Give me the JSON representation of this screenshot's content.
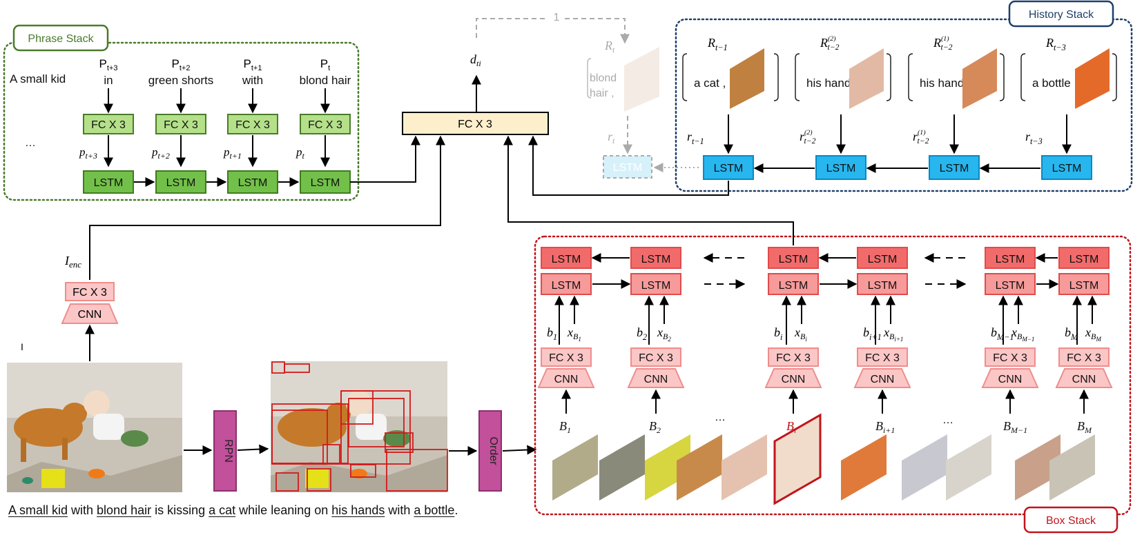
{
  "stacks": {
    "phrase": "Phrase Stack",
    "history": "History Stack",
    "box": "Box Stack"
  },
  "phrase_stack": {
    "prefix": "A small kid",
    "ellipsis": "…",
    "columns": [
      {
        "sym": "P",
        "sub": "t+3",
        "phrase": "in",
        "p": "p",
        "psub": "t+3"
      },
      {
        "sym": "P",
        "sub": "t+2",
        "phrase": "green shorts",
        "p": "p",
        "psub": "t+2"
      },
      {
        "sym": "P",
        "sub": "t+1",
        "phrase": "with",
        "p": "p",
        "psub": "t+1"
      },
      {
        "sym": "P",
        "sub": "t",
        "phrase": "blond hair",
        "p": "p",
        "psub": "t"
      }
    ],
    "fc_label": "FC X 3",
    "lstm_label": "LSTM"
  },
  "center": {
    "fc_label": "FC X 3",
    "output": "d",
    "output_sub": "ti",
    "feedback": "1",
    "R_t": "R",
    "R_t_sub": "t",
    "r_t": "r",
    "r_t_sub": "t",
    "ghost_text_1": "blond",
    "ghost_text_2": "hair ,",
    "ghost_lstm": "LSTM"
  },
  "history_stack": {
    "items": [
      {
        "R": "R",
        "sub": "t−1",
        "sup": "",
        "text": "a cat ,",
        "r": "r",
        "rsub": "t−1",
        "rsup": ""
      },
      {
        "R": "R",
        "sub": "t−2",
        "sup": "(2)",
        "text": "his hands ,",
        "r": "r",
        "rsub": "t−2",
        "rsup": "(2)"
      },
      {
        "R": "R",
        "sub": "t−2",
        "sup": "(1)",
        "text": "his hands ,",
        "r": "r",
        "rsub": "t−2",
        "rsup": "(1)"
      },
      {
        "R": "R",
        "sub": "t−3",
        "sup": "",
        "text": "a bottle ,",
        "r": "r",
        "rsub": "t−3",
        "rsup": ""
      }
    ],
    "lstm_label": "LSTM"
  },
  "image_encoder": {
    "I": "I",
    "I_sub": "enc",
    "fc_label": "FC X 3",
    "cnn_label": "CNN",
    "stray_mark": "I"
  },
  "pipeline": {
    "rpn": "RPN",
    "order": "Order"
  },
  "box_stack": {
    "lstm_label": "LSTM",
    "fc_label": "FC X 3",
    "cnn_label": "CNN",
    "ellipsis": "…",
    "columns": [
      {
        "b": "b",
        "bsub": "1",
        "x": "x",
        "xsub": "B",
        "xsubsub": "1",
        "B": "B",
        "Bsub": "1"
      },
      {
        "b": "b",
        "bsub": "2",
        "x": "x",
        "xsub": "B",
        "xsubsub": "2",
        "B": "B",
        "Bsub": "2"
      },
      {
        "b": "b",
        "bsub": "i",
        "x": "x",
        "xsub": "B",
        "xsubsub": "i",
        "B": "B",
        "Bsub": "i"
      },
      {
        "b": "b",
        "bsub": "i+1",
        "x": "x",
        "xsub": "B",
        "xsubsub": "i+1",
        "B": "B",
        "Bsub": "i+1"
      },
      {
        "b": "b",
        "bsub": "M−1",
        "x": "x",
        "xsub": "B",
        "xsubsub": "M−1",
        "B": "B",
        "Bsub": "M−1"
      },
      {
        "b": "b",
        "bsub": "M",
        "x": "x",
        "xsub": "B",
        "xsubsub": "M",
        "B": "B",
        "Bsub": "M"
      }
    ]
  },
  "caption": {
    "p1": "A small kid",
    "t1": " with ",
    "p2": "blond hair",
    "t2": " is kissing ",
    "p3": "a cat",
    "t3": " while leaning on ",
    "p4": "his hands",
    "t4": " with ",
    "p5": "a bottle",
    "t5": "."
  },
  "colors": {
    "phrase_border": "#4a7a2a",
    "phrase_fc": "#b5e08a",
    "phrase_lstm": "#72c04a",
    "history_border": "#1e3f6b",
    "history_lstm": "#27b6ee",
    "box_border": "#c0151b",
    "lstm_red": "#f26b6b",
    "fc_pink": "#fbc6c6",
    "center_fc": "#fdefcc",
    "magenta": "#c2509b"
  }
}
